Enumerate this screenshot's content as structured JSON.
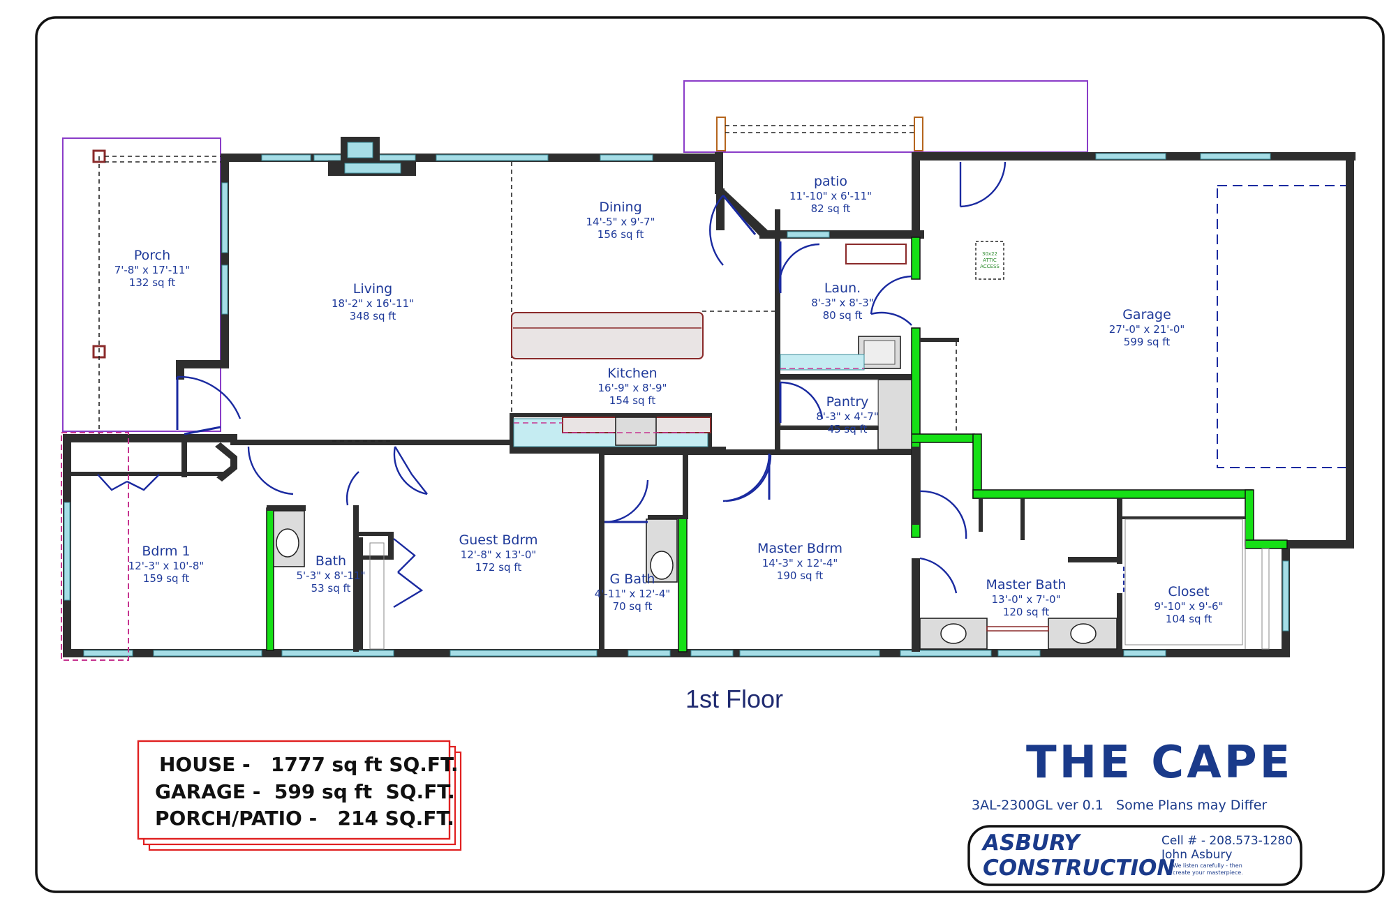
{
  "plan": {
    "floor_label": "1st Floor",
    "rooms": [
      {
        "id": "porch",
        "name": "Porch",
        "dims": "7'-8\" x 17'-11\"",
        "area": "132 sq ft"
      },
      {
        "id": "living",
        "name": "Living",
        "dims": "18'-2\" x 16'-11\"",
        "area": "348 sq ft"
      },
      {
        "id": "dining",
        "name": "Dining",
        "dims": "14'-5\" x 9'-7\"",
        "area": "156 sq ft"
      },
      {
        "id": "patio",
        "name": "patio",
        "dims": "11'-10\" x 6'-11\"",
        "area": "82 sq ft"
      },
      {
        "id": "laundry",
        "name": "Laun.",
        "dims": "8'-3\" x 8'-3\"",
        "area": "80 sq ft"
      },
      {
        "id": "garage",
        "name": "Garage",
        "dims": "27'-0\" x 21'-0\"",
        "area": "599 sq ft"
      },
      {
        "id": "kitchen",
        "name": "Kitchen",
        "dims": "16'-9\" x 8'-9\"",
        "area": "154 sq ft"
      },
      {
        "id": "pantry",
        "name": "Pantry",
        "dims": "8'-3\" x 4'-7\"",
        "area": "45 sq ft"
      },
      {
        "id": "bdrm1",
        "name": "Bdrm 1",
        "dims": "12'-3\" x 10'-8\"",
        "area": "159 sq ft"
      },
      {
        "id": "bath",
        "name": "Bath",
        "dims": "5'-3\" x 8'-11\"",
        "area": "53 sq ft"
      },
      {
        "id": "guest",
        "name": "Guest Bdrm",
        "dims": "12'-8\" x 13'-0\"",
        "area": "172 sq ft"
      },
      {
        "id": "gbath",
        "name": "G Bath",
        "dims": "4'-11\" x 12'-4\"",
        "area": "70 sq ft"
      },
      {
        "id": "master",
        "name": "Master Bdrm",
        "dims": "14'-3\" x 12'-4\"",
        "area": "190 sq ft"
      },
      {
        "id": "mbath",
        "name": "Master Bath",
        "dims": "13'-0\" x 7'-0\"",
        "area": "120 sq ft"
      },
      {
        "id": "closet",
        "name": "Closet",
        "dims": "9'-10\" x 9'-6\"",
        "area": "104 sq ft"
      }
    ],
    "attic_label": [
      "30x22",
      "ATTIC",
      "ACCESS"
    ]
  },
  "summary": {
    "lines": [
      "HOUSE -   1777 sq ft SQ.FT.",
      "GARAGE -  599 sq ft  SQ.FT.",
      "PORCH/PATIO -   214 SQ.FT."
    ]
  },
  "titleblock": {
    "title": "THE CAPE",
    "subtitle": "3AL-2300GL ver 0.1   Some Plans may Differ",
    "company_line1": "ASBURY",
    "company_line2": "CONSTRUCTION",
    "cell": "Cell # - 208.573-1280",
    "contact_name": "John Asbury",
    "tagline1": "We listen carefully - then",
    "tagline2": "create your masterpiece."
  },
  "colors": {
    "text_blue": "#1f3a9a",
    "wall": "#2e2e2e",
    "green_wall": "#16e016",
    "door": "#1a2aa0",
    "summary_border": "#e02020",
    "porch_outline": "#8a3cc8"
  }
}
